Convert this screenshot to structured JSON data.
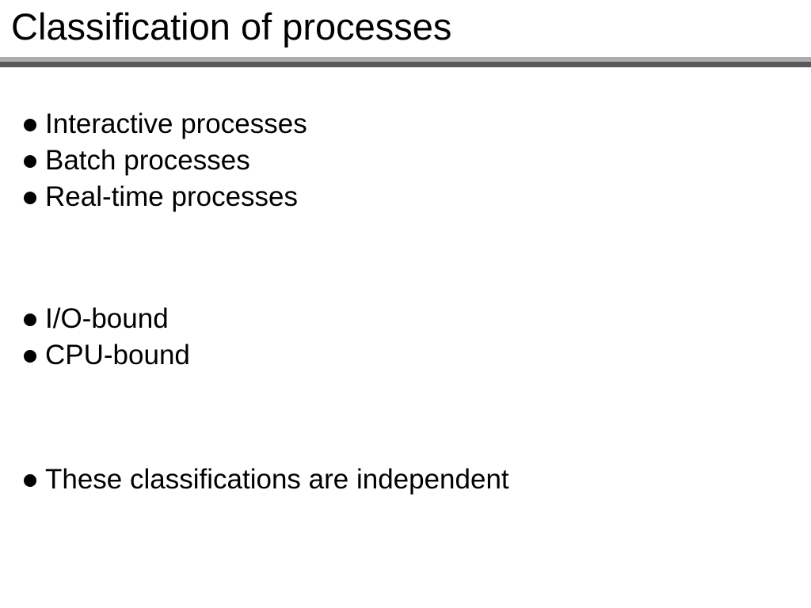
{
  "slide": {
    "title": "Classification of processes",
    "groups": [
      {
        "items": [
          "Interactive processes",
          "Batch processes",
          "Real-time processes"
        ]
      },
      {
        "items": [
          "I/O-bound",
          "CPU-bound"
        ]
      },
      {
        "items": [
          "These classifications are independent"
        ]
      }
    ]
  },
  "colors": {
    "background": "#ffffff",
    "text": "#000000",
    "rule_light": "#acacac",
    "rule_dark": "#595959",
    "bullet": "#000000"
  }
}
